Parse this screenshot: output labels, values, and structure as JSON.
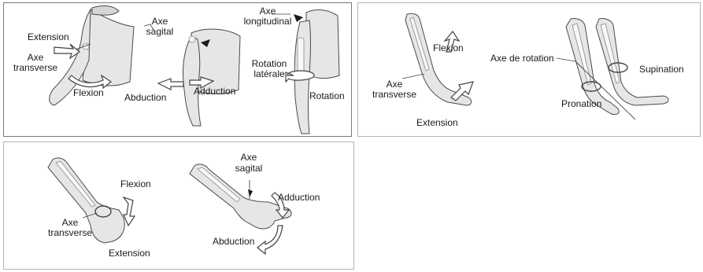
{
  "shoulder": {
    "extension": "Extension",
    "axe_transverse_1": "Axe",
    "axe_transverse_2": "transverse",
    "flexion": "Flexion",
    "axe_sagital_1": "Axe",
    "axe_sagital_2": "sagital",
    "abduction": "Abduction",
    "adduction": "Adduction",
    "axe_longitudinal_1": "Axe",
    "axe_longitudinal_2": "longitudinal",
    "rotation_laterale_1": "Rotation",
    "rotation_laterale_2": "latérale",
    "rotation": "Rotation"
  },
  "forearm": {
    "flexion": "Flexion",
    "axe_transverse_1": "Axe",
    "axe_transverse_2": "transverse",
    "extension": "Extension",
    "axe_de_rotation": "Axe de rotation",
    "supination": "Supination",
    "pronation": "Pronation"
  },
  "wrist": {
    "flexion": "Flexion",
    "axe_transverse_1": "Axe",
    "axe_transverse_2": "transverse",
    "extension": "Extension",
    "axe_sagital_1": "Axe",
    "axe_sagital_2": "sagital",
    "adduction": "Adduction",
    "abduction": "Abduction"
  }
}
